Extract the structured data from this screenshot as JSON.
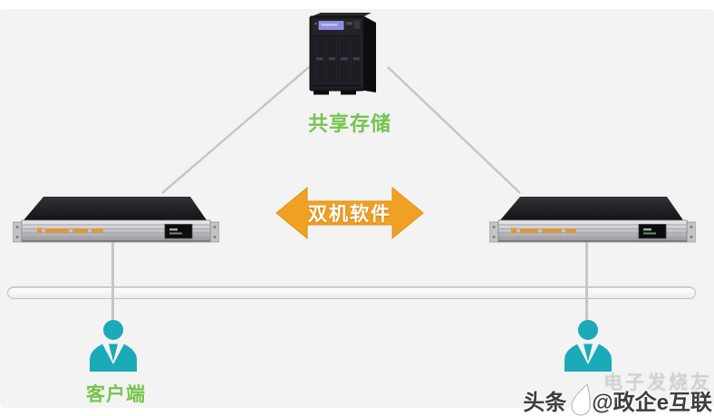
{
  "labels": {
    "storage": "共享存储",
    "software": "双机软件",
    "client": "客户端"
  },
  "watermark": {
    "prefix": "头条",
    "suffix": "@政企e互联",
    "faint": "电子发烧友"
  },
  "colors": {
    "background": "#f2f3f2",
    "label_green": "#76c34f",
    "arrow_orange": "#f0a124",
    "client_teal": "#1baab8",
    "line_gray": "#c6c6c6",
    "watermark_dark": "#3d3d3d"
  }
}
